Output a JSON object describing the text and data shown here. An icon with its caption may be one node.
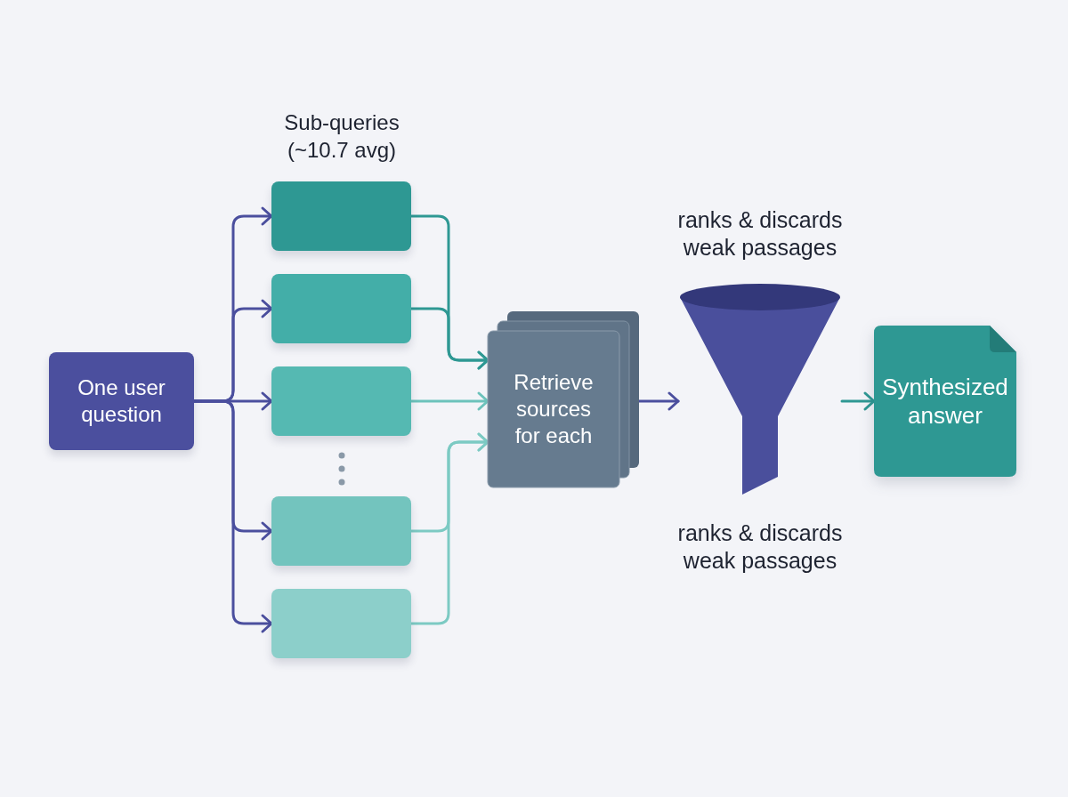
{
  "diagram": {
    "nodes": [
      {
        "text": [
          "One user question"
        ]
      },
      {
        "text": [],
        "shape": "box"
      },
      {
        "text": [],
        "shape": "box"
      },
      {
        "text": [],
        "shape": "box"
      },
      {
        "text": [],
        "shape": "box"
      },
      {
        "text": [],
        "shape": "box"
      },
      {
        "text": [
          "Retrieve sources for each"
        ]
      },
      {
        "text": [],
        "shape": "funnel",
        "beside": [
          "ranks & discards weak passages",
          "ranks & discards weak passages"
        ]
      },
      {
        "text": [
          "Synthesized answer"
        ]
      }
    ],
    "edges": [
      {
        "from": 0,
        "to": 1,
        "arrow": "to"
      },
      {
        "from": 0,
        "to": 2,
        "arrow": "to"
      },
      {
        "from": 0,
        "to": 3,
        "arrow": "to"
      },
      {
        "from": 0,
        "to": 4,
        "arrow": "to"
      },
      {
        "from": 0,
        "to": 5,
        "arrow": "to"
      },
      {
        "from": 1,
        "to": 6,
        "arrow": "to",
        "color": "#2e9893"
      },
      {
        "from": 2,
        "to": 6,
        "arrow": "to",
        "color": "#2e9893"
      },
      {
        "from": 3,
        "to": 6,
        "arrow": "to",
        "color": "#6cc2bb"
      },
      {
        "from": 4,
        "to": 6,
        "arrow": "to",
        "color": "#7ccac3"
      },
      {
        "from": 5,
        "to": 6,
        "arrow": "to",
        "color": "#7ccac3"
      },
      {
        "from": 6,
        "to": 7,
        "arrow": "to"
      },
      {
        "from": 7,
        "to": 8,
        "arrow": "to",
        "color": "#2e9893"
      }
    ],
    "labels": [
      "Sub-queries (~10.7 avg)"
    ]
  }
}
